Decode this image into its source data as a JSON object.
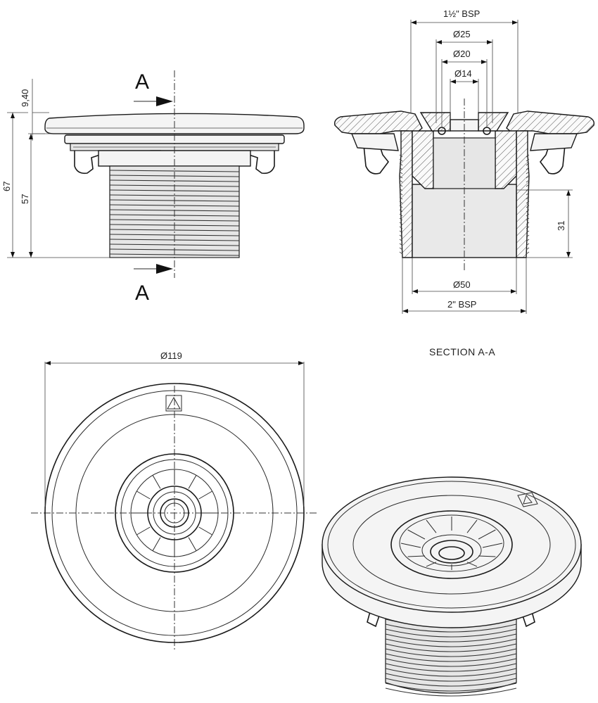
{
  "front_view": {
    "section_letter_top": "A",
    "section_letter_bottom": "A",
    "dim_top_thickness": "9,40",
    "dim_overall_height": "67",
    "dim_body_height": "57"
  },
  "section_view": {
    "dim_thread_top": "1½\" BSP",
    "dim_d25": "Ø25",
    "dim_d20": "Ø20",
    "dim_d14": "Ø14",
    "dim_depth": "31",
    "dim_d50": "Ø50",
    "dim_thread_bottom": "2\" BSP",
    "caption": "SECTION A-A"
  },
  "top_view": {
    "dim_diameter": "Ø119"
  },
  "colors": {
    "line": "#1a1a1a",
    "surface": "#f4f4f4",
    "hatch": "#555555"
  }
}
